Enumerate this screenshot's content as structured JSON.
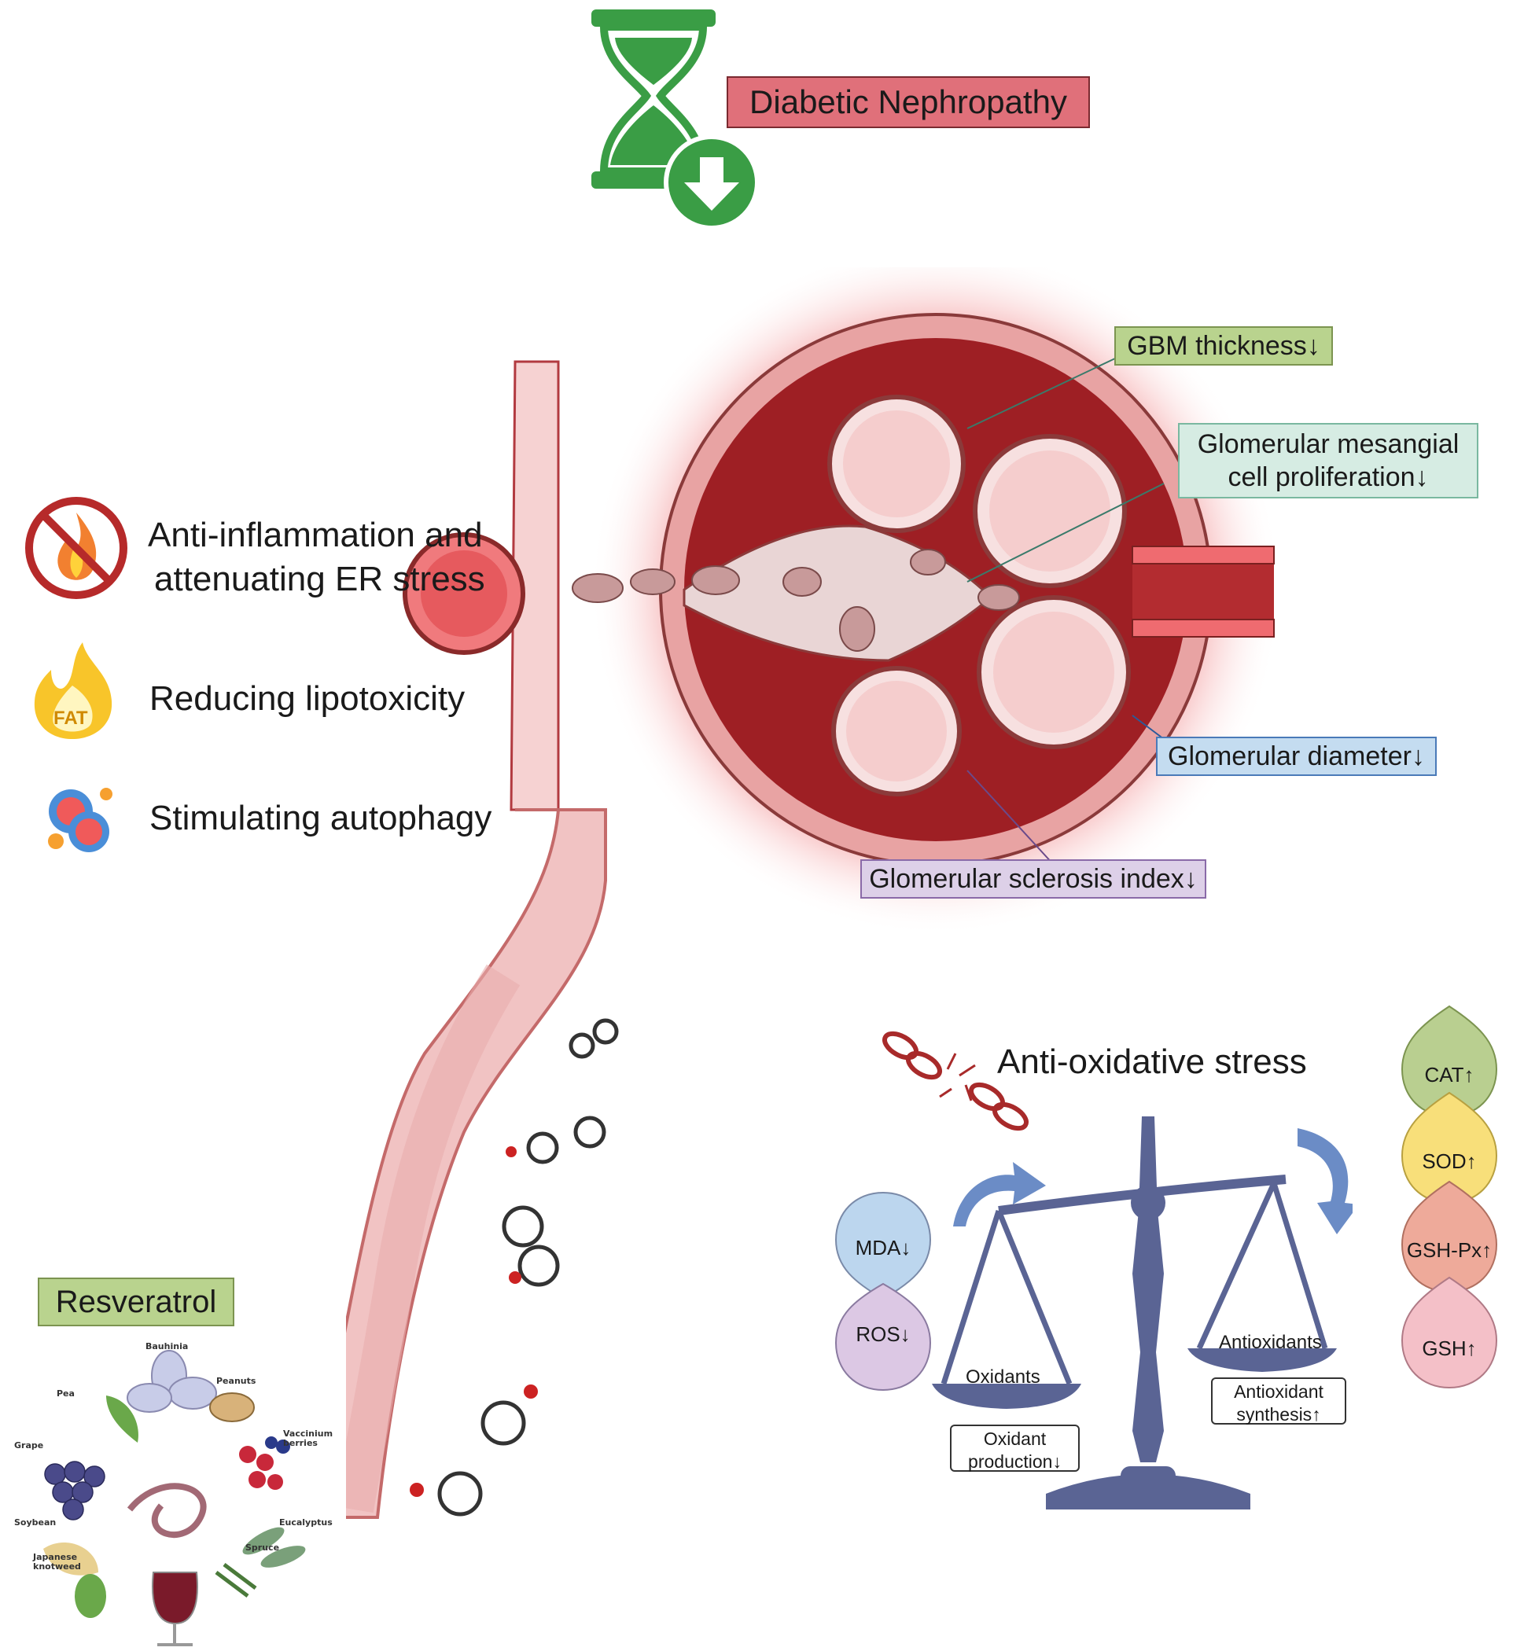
{
  "title": "Diabetic Nephropathy",
  "glomerulus_labels": {
    "gbm": "GBM thickness↓",
    "mesangial_line1": "Glomerular mesangial",
    "mesangial_line2": "cell proliferation↓",
    "diameter": "Glomerular diameter↓",
    "sclerosis": "Glomerular sclerosis index↓"
  },
  "mechanisms": {
    "inflammation_line1": "Anti-inflammation and",
    "inflammation_line2": "attenuating ER stress",
    "lipotoxicity": "Reducing lipotoxicity",
    "autophagy": "Stimulating autophagy",
    "fat_icon_text": "FAT"
  },
  "resveratrol": {
    "title": "Resveratrol",
    "sources": [
      "Bauhinia",
      "Pea",
      "Peanuts",
      "Grape",
      "Vaccinium berries",
      "Soybean",
      "Eucalyptus",
      "Spruce",
      "Japanese knotweed"
    ]
  },
  "oxidative": {
    "title": "Anti-oxidative stress",
    "left_drops": [
      "MDA↓",
      "ROS↓"
    ],
    "right_drops": [
      "CAT↑",
      "SOD↑",
      "GSH-Px↑",
      "GSH↑"
    ],
    "oxidants": "Oxidants",
    "antioxidants": "Antioxidants",
    "oxidant_production_line1": "Oxidant",
    "oxidant_production_line2": "production↓",
    "antioxidant_synthesis_line1": "Antioxidant",
    "antioxidant_synthesis_line2": "synthesis↑"
  },
  "colors": {
    "green": "#3a9d45",
    "title_bg": "#e0707a",
    "gbm_bg": "#b9d38e",
    "mesangial_bg": "#d6ece3",
    "diameter_bg": "#c4dcf0",
    "sclerosis_bg": "#ddd0e8",
    "scale": "#5a6494",
    "tubule": "#f0c0c0"
  }
}
